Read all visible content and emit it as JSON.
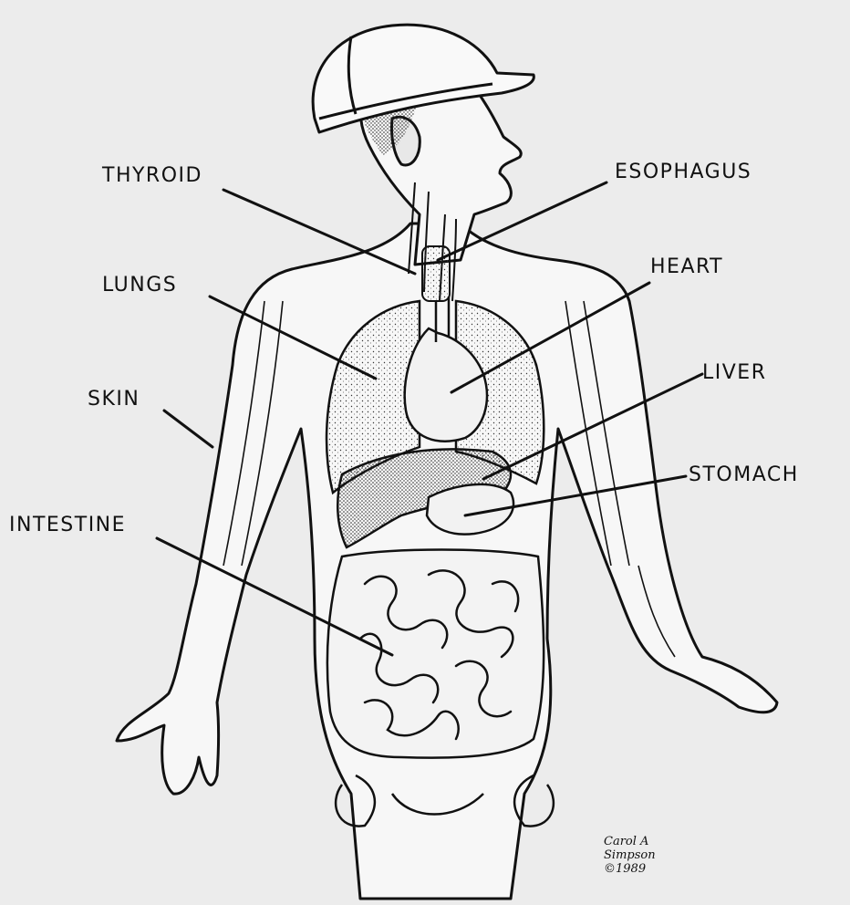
{
  "labels": {
    "thyroid": "THYROID",
    "esophagus": "ESOPHAGUS",
    "heart": "HEART",
    "lungs": "LUNGS",
    "liver": "LIVER",
    "skin": "SKIN",
    "stomach": "STOMACH",
    "intestine": "INTESTINE"
  },
  "signature": {
    "line1": "Carol A",
    "line2": "Simpson",
    "line3": "©1989"
  },
  "colors": {
    "ink": "#111111",
    "paper": "#ececec",
    "organ_shade": "#d2d2d2"
  }
}
